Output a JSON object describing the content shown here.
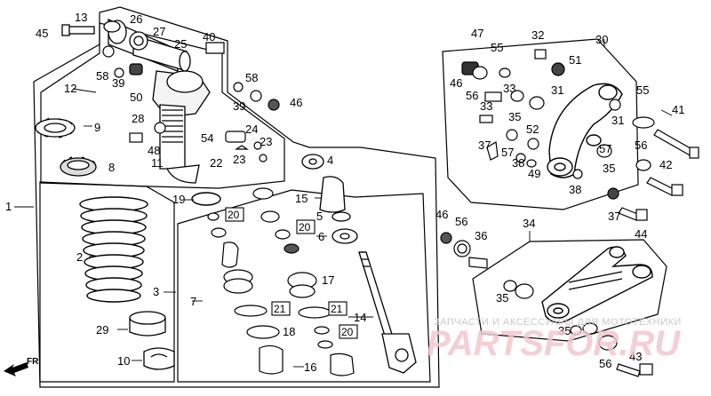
{
  "callouts": {
    "c1": "1",
    "c2": "2",
    "c3": "3",
    "c4": "4",
    "c5": "5",
    "c6": "6",
    "c7": "7",
    "c8": "8",
    "c9": "9",
    "c10": "10",
    "c11": "11",
    "c12": "12",
    "c13": "13",
    "c14": "14",
    "c15": "15",
    "c16": "16",
    "c17": "17",
    "c18": "18",
    "c19": "19",
    "c20": "20",
    "c21": "21",
    "c22": "22",
    "c23": "23",
    "c24": "24",
    "c25": "25",
    "c26": "26",
    "c27": "27",
    "c28": "28",
    "c29": "29",
    "c30": "30",
    "c31": "31",
    "c32": "32",
    "c33": "33",
    "c34": "34",
    "c35": "35",
    "c36": "36",
    "c37": "37",
    "c38": "38",
    "c39": "39",
    "c40": "40",
    "c41": "41",
    "c42": "42",
    "c43": "43",
    "c44": "44",
    "c45": "45",
    "c46": "46",
    "c47": "47",
    "c48": "48",
    "c49": "49",
    "c50": "50",
    "c51": "51",
    "c52": "52",
    "c54": "54",
    "c55": "55",
    "c56": "56",
    "c57": "57",
    "c58": "58"
  },
  "direction_label": "FR.",
  "watermark": {
    "caption": "ЗАПЧАСТИ И АКСЕССУАРЫ ДЛЯ МОТОТЕХНИКИ",
    "brand": "PARTSFOR.RU"
  }
}
